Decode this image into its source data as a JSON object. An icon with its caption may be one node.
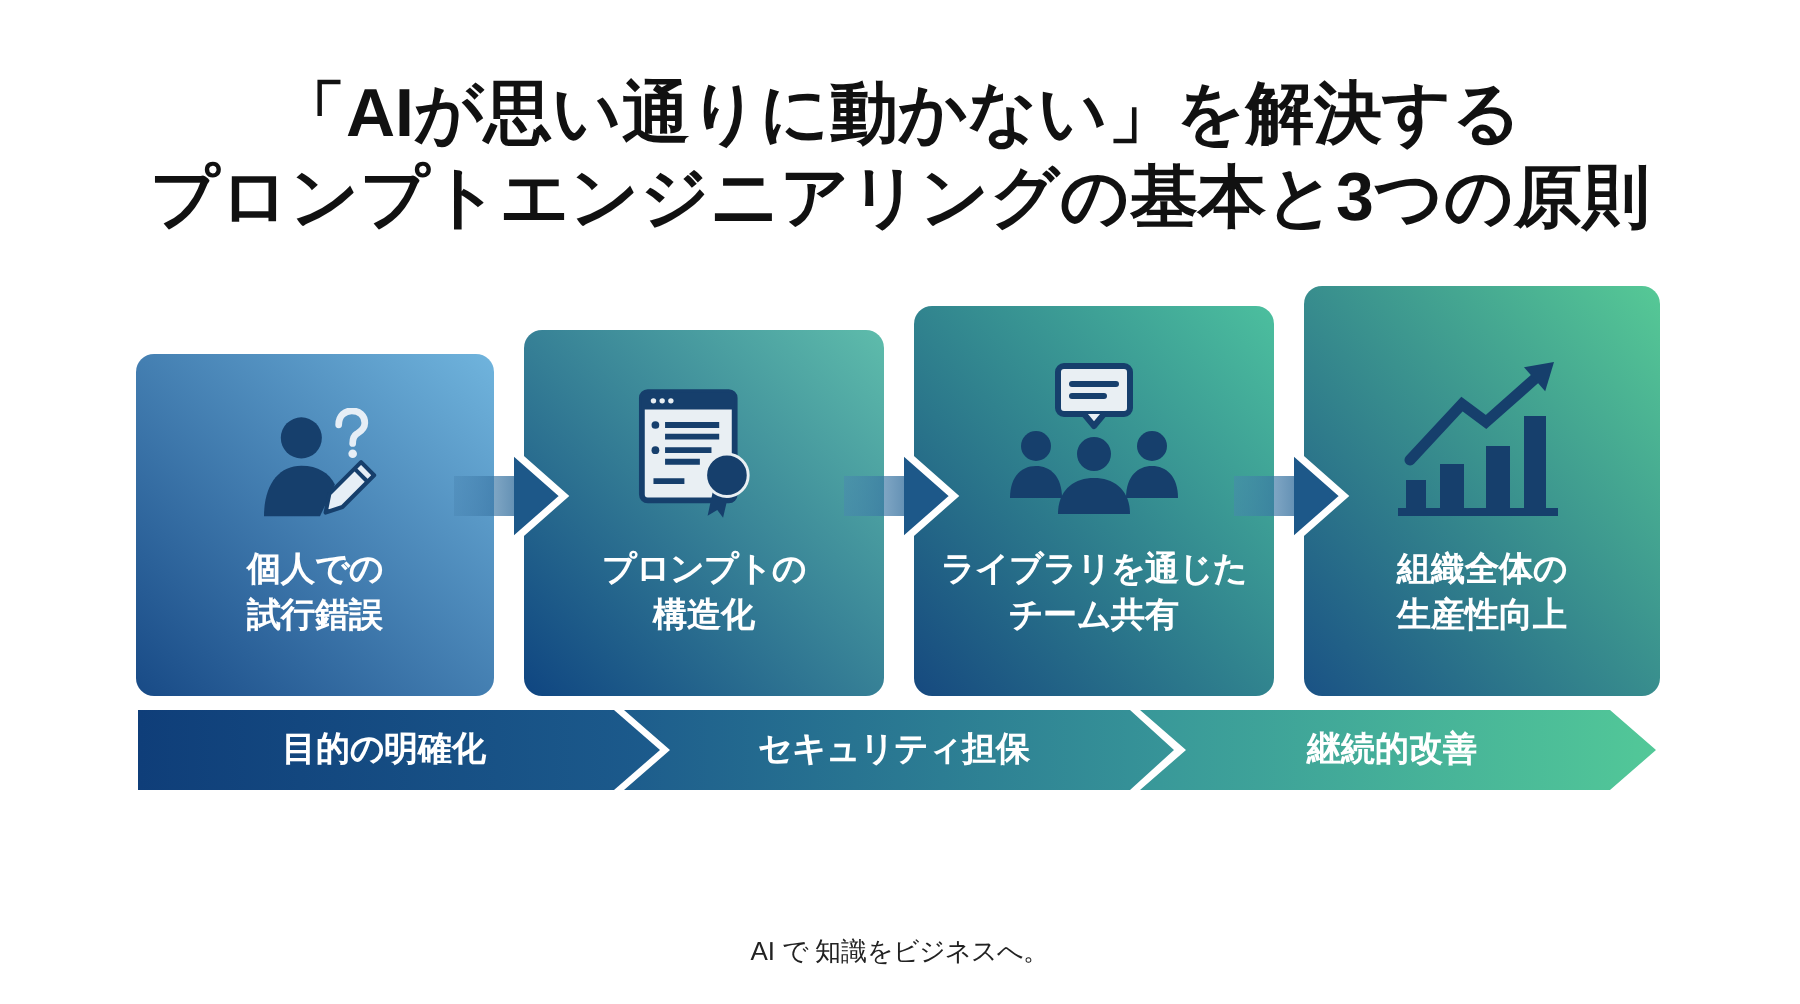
{
  "diagram": {
    "title": "「AIが思い通りに動かない」を解決するプロンプトエンジニアリングの基本と3つの原則",
    "nodes": [
      {
        "text": [
          "個人での試行錯誤"
        ]
      },
      {
        "text": [
          "プロンプトの構造化"
        ]
      },
      {
        "text": [
          "ライブラリを通じたチーム共有"
        ]
      },
      {
        "text": [
          "組織全体の生産性向上"
        ]
      },
      {
        "text": [
          "目的の明確化"
        ]
      },
      {
        "text": [
          "セキュリティ担保"
        ]
      },
      {
        "text": [
          "継続的改善"
        ]
      }
    ],
    "edges": [
      {
        "from": 0,
        "to": 1,
        "arrow": "to"
      },
      {
        "from": 1,
        "to": 2,
        "arrow": "to"
      },
      {
        "from": 2,
        "to": 3,
        "arrow": "to"
      }
    ],
    "labels": [
      "AI で 知識をビジネスへ。"
    ]
  }
}
